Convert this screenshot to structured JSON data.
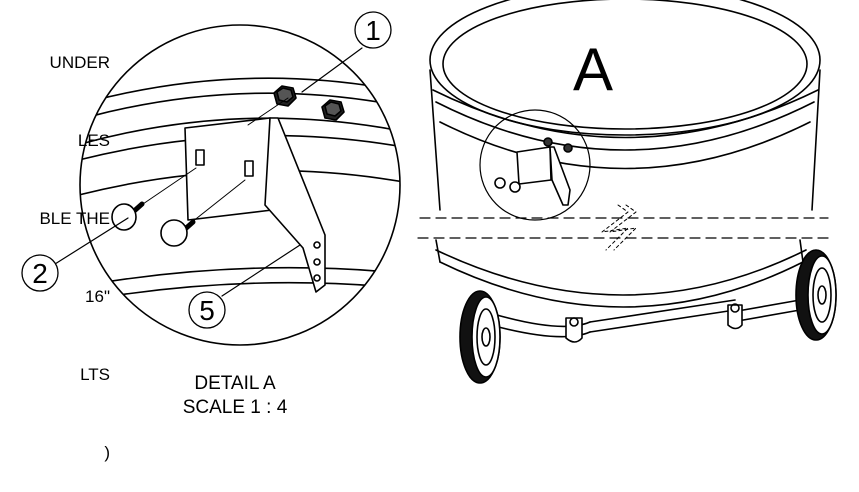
{
  "side_note": {
    "lines": [
      "UNDER",
      "LES",
      "BLE THE",
      "16\"",
      "LTS",
      ")"
    ]
  },
  "callouts": {
    "one": "1",
    "two": "2",
    "five": "5"
  },
  "view_label": "A",
  "detail_caption": {
    "title": "DETAIL A",
    "scale": "SCALE 1 : 4"
  }
}
